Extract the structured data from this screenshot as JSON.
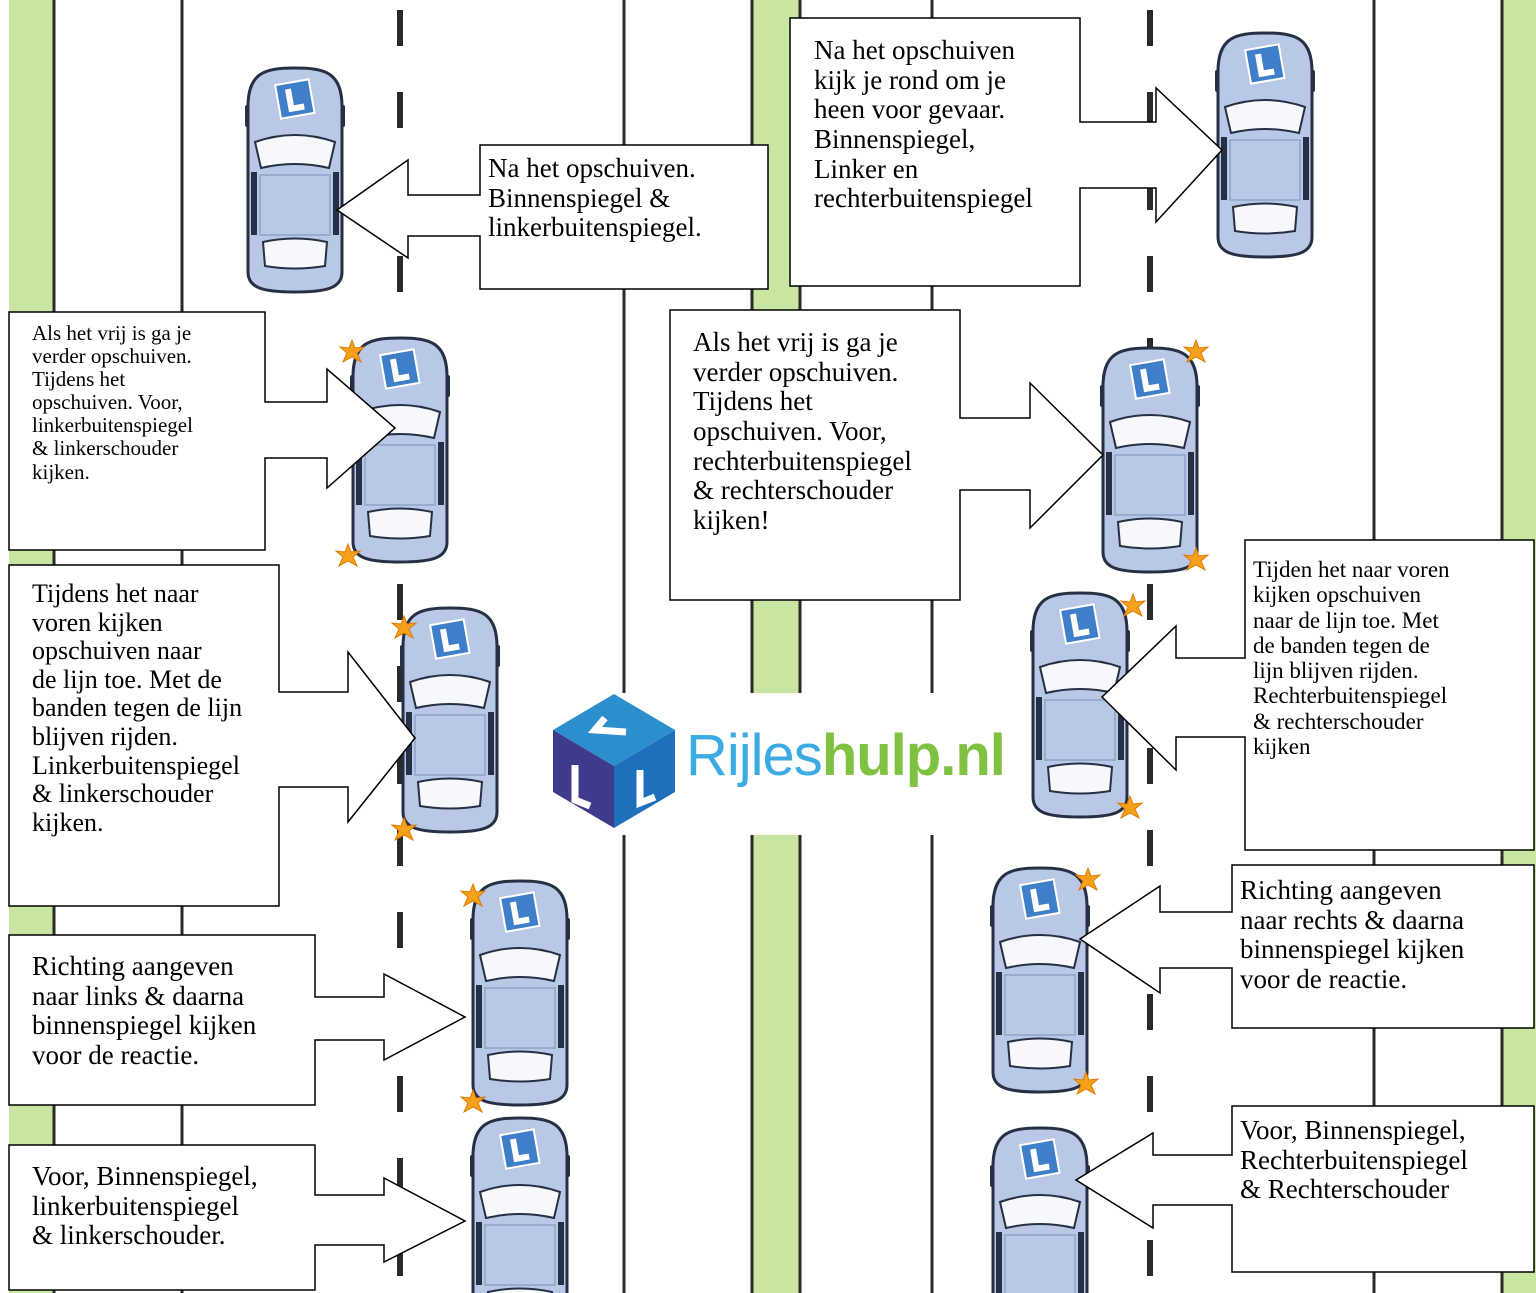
{
  "colors": {
    "grass": "#c9e5a2",
    "car_body": "#b8c8e6",
    "car_outline": "#263045",
    "window": "#f7f8fb",
    "l_sign": "#3f7ec9",
    "indicator": "#f5a11c",
    "logo_blue": "#3cabe1",
    "logo_green": "#7fc241",
    "cube_top": "#2c8fcd",
    "cube_left": "#3e3b8c",
    "cube_right": "#1f6fbd"
  },
  "logo": {
    "part1": "Rijles",
    "part2": "hulp.nl"
  },
  "left_column": {
    "callouts": [
      {
        "id": "left-1",
        "text": "Na het opschuiven.\nBinnenspiegel &\nlinkerbuitenspiegel."
      },
      {
        "id": "left-2",
        "text": "Als het vrij is ga je\nverder opschuiven.\nTijdens het\nopschuiven. Voor,\nlinkerbuitenspiegel\n& linkerschouder\nkijken."
      },
      {
        "id": "left-3",
        "text": "Tijdens het naar\nvoren kijken\nopschuiven naar\nde lijn toe. Met de\nbanden tegen de lijn\nblijven rijden.\nLinkerbuitenspiegel\n& linkerschouder\nkijken."
      },
      {
        "id": "left-4",
        "text": "Richting aangeven\nnaar links & daarna\nbinnenspiegel kijken\nvoor de reactie."
      },
      {
        "id": "left-5",
        "text": "Voor, Binnenspiegel,\nlinkerbuitenspiegel\n& linkerschouder."
      }
    ]
  },
  "right_column": {
    "callouts": [
      {
        "id": "right-1",
        "text": "Na het opschuiven\nkijk je rond om je\nheen voor gevaar.\nBinnenspiegel,\nLinker en\nrechterbuitenspiegel"
      },
      {
        "id": "right-2",
        "text": "Als het vrij is ga je\nverder opschuiven.\nTijdens het\nopschuiven. Voor,\nrechterbuitenspiegel\n& rechterschouder\nkijken!"
      },
      {
        "id": "right-3",
        "text": "Tijden het naar voren\nkijken opschuiven\nnaar de lijn toe. Met\nde banden tegen de\nlijn blijven rijden.\nRechterbuitenspiegel\n& rechterschouder\nkijken"
      },
      {
        "id": "right-4",
        "text": "Richting aangeven\nnaar rechts & daarna\nbinnenspiegel kijken\nvoor de reactie."
      },
      {
        "id": "right-5",
        "text": "Voor, Binnenspiegel,\nRechterbuitenspiegel\n& Rechterschouder"
      }
    ]
  }
}
